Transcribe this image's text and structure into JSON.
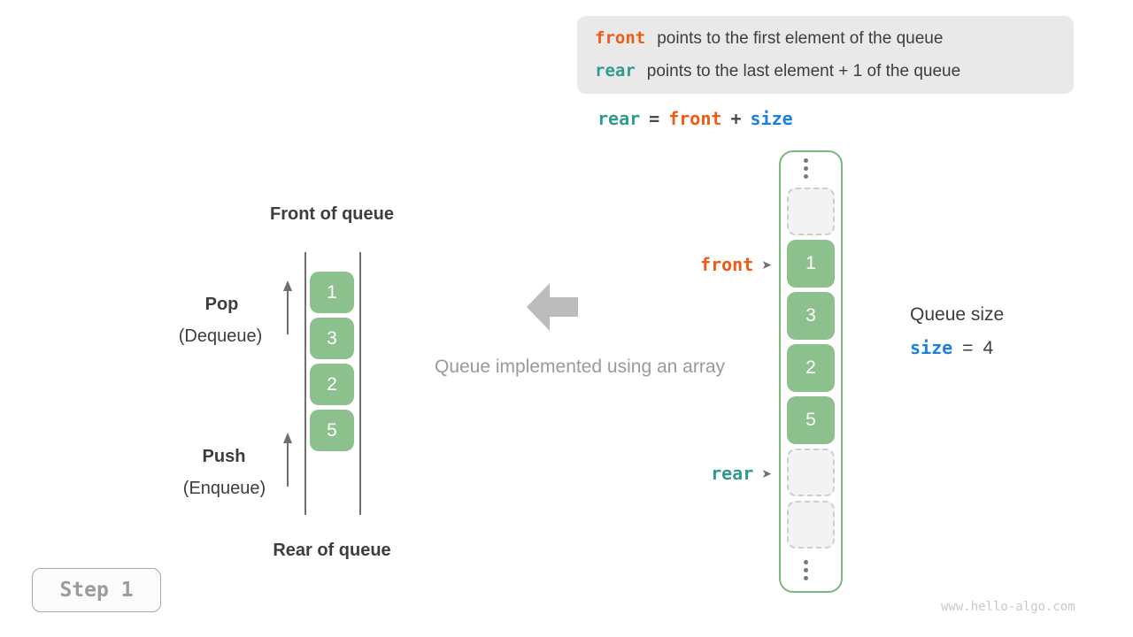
{
  "colors": {
    "orange": "#ee5b13",
    "teal": "#319a8c",
    "blue": "#1c81de",
    "green": "#8cc08c",
    "green-border": "#7db87d",
    "dark": "#3d3d3d",
    "gray-text": "#9a9a9a",
    "box-bg": "#e9e9e9",
    "dashed-bg": "#f3f3f3",
    "dashed-border": "#cdcdcd",
    "block-arrow": "#bcbcbc",
    "pointer": "#6f6f6f",
    "watermark": "#c9c9c9"
  },
  "legend": {
    "lines": [
      {
        "code": "front",
        "text": "points to the first element of the queue"
      },
      {
        "code": "rear",
        "text": "points to the last element + 1 of the queue"
      }
    ]
  },
  "formula": {
    "rear": "rear",
    "eq": "=",
    "front": "front",
    "plus": "+",
    "size": "size"
  },
  "left_diagram": {
    "front_label": "Front of queue",
    "rear_label": "Rear of queue",
    "pop_label": "Pop",
    "pop_sub": "(Dequeue)",
    "push_label": "Push",
    "push_sub": "(Enqueue)",
    "cells": [
      "1",
      "3",
      "2",
      "5"
    ]
  },
  "center": {
    "caption": "Queue implemented using an array"
  },
  "right_diagram": {
    "front_pointer": "front",
    "rear_pointer": "rear",
    "pointer_glyph": "➤",
    "cells": [
      {
        "type": "empty",
        "value": ""
      },
      {
        "type": "filled",
        "value": "1"
      },
      {
        "type": "filled",
        "value": "3"
      },
      {
        "type": "filled",
        "value": "2"
      },
      {
        "type": "filled",
        "value": "5"
      },
      {
        "type": "empty",
        "value": ""
      },
      {
        "type": "empty",
        "value": ""
      }
    ]
  },
  "queue_size": {
    "title": "Queue size",
    "var": "size",
    "eq": "=",
    "value": "4"
  },
  "step_badge": {
    "label": "Step 1"
  },
  "watermark": "www.hello-algo.com"
}
